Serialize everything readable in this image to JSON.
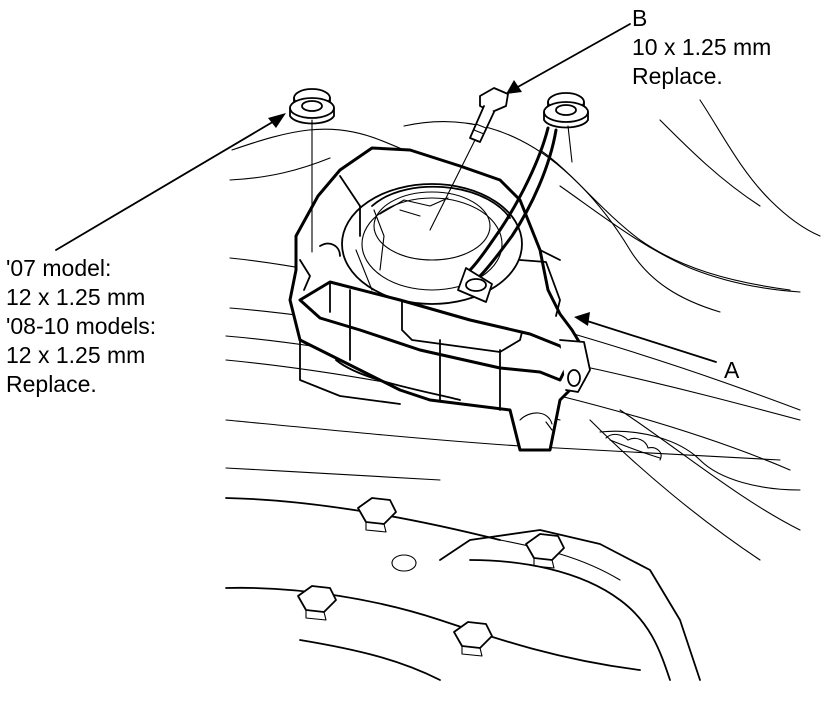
{
  "callouts": {
    "b": {
      "letter": "B",
      "spec": "10 x 1.25 mm",
      "note": "Replace."
    },
    "a": {
      "letter": "A"
    },
    "left": {
      "line1": "'07 model:",
      "line2": "12 x 1.25 mm",
      "line3": "'08-10 models:",
      "line4": "12 x 1.25 mm",
      "line5": "Replace."
    }
  }
}
